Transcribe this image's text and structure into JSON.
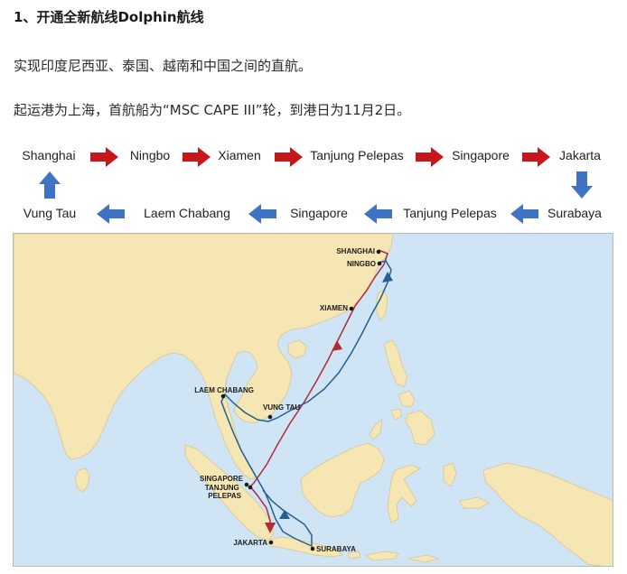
{
  "article": {
    "heading": "1、开通全新航线Dolphin航线",
    "line1": "实现印度尼西亚、泰国、越南和中国之间的直航。",
    "line2": "起运港为上海，首航船为“MSC CAPE III”轮，到港日为11月2日。"
  },
  "route": {
    "top_row": [
      "Shanghai",
      "Ningbo",
      "Xiamen",
      "Tanjung Pelepas",
      "Singapore",
      "Jakarta"
    ],
    "bottom_row": [
      "Vung Tau",
      "Laem Chabang",
      "Singapore",
      "Tanjung Pelepas",
      "Surabaya"
    ],
    "colors": {
      "forward_arrow": "#c8161d",
      "return_arrow": "#3f73c4"
    }
  },
  "map": {
    "ports": {
      "shanghai": "SHANGHAI",
      "ningbo": "NINGBO",
      "xiamen": "XIAMEN",
      "laem_chabang": "LAEM CHABANG",
      "vung_tau": "VUNG TAU",
      "singapore": "SINGAPORE",
      "tanjung_pelepas": "TANJUNG\nPELEPAS",
      "jakarta": "JAKARTA",
      "surabaya": "SURABAYA"
    },
    "colors": {
      "sea": "#cfe4f5",
      "land": "#f6e6b4",
      "border": "#d9c58e",
      "route_forward": "#b22a36",
      "route_return": "#245f8f"
    }
  }
}
